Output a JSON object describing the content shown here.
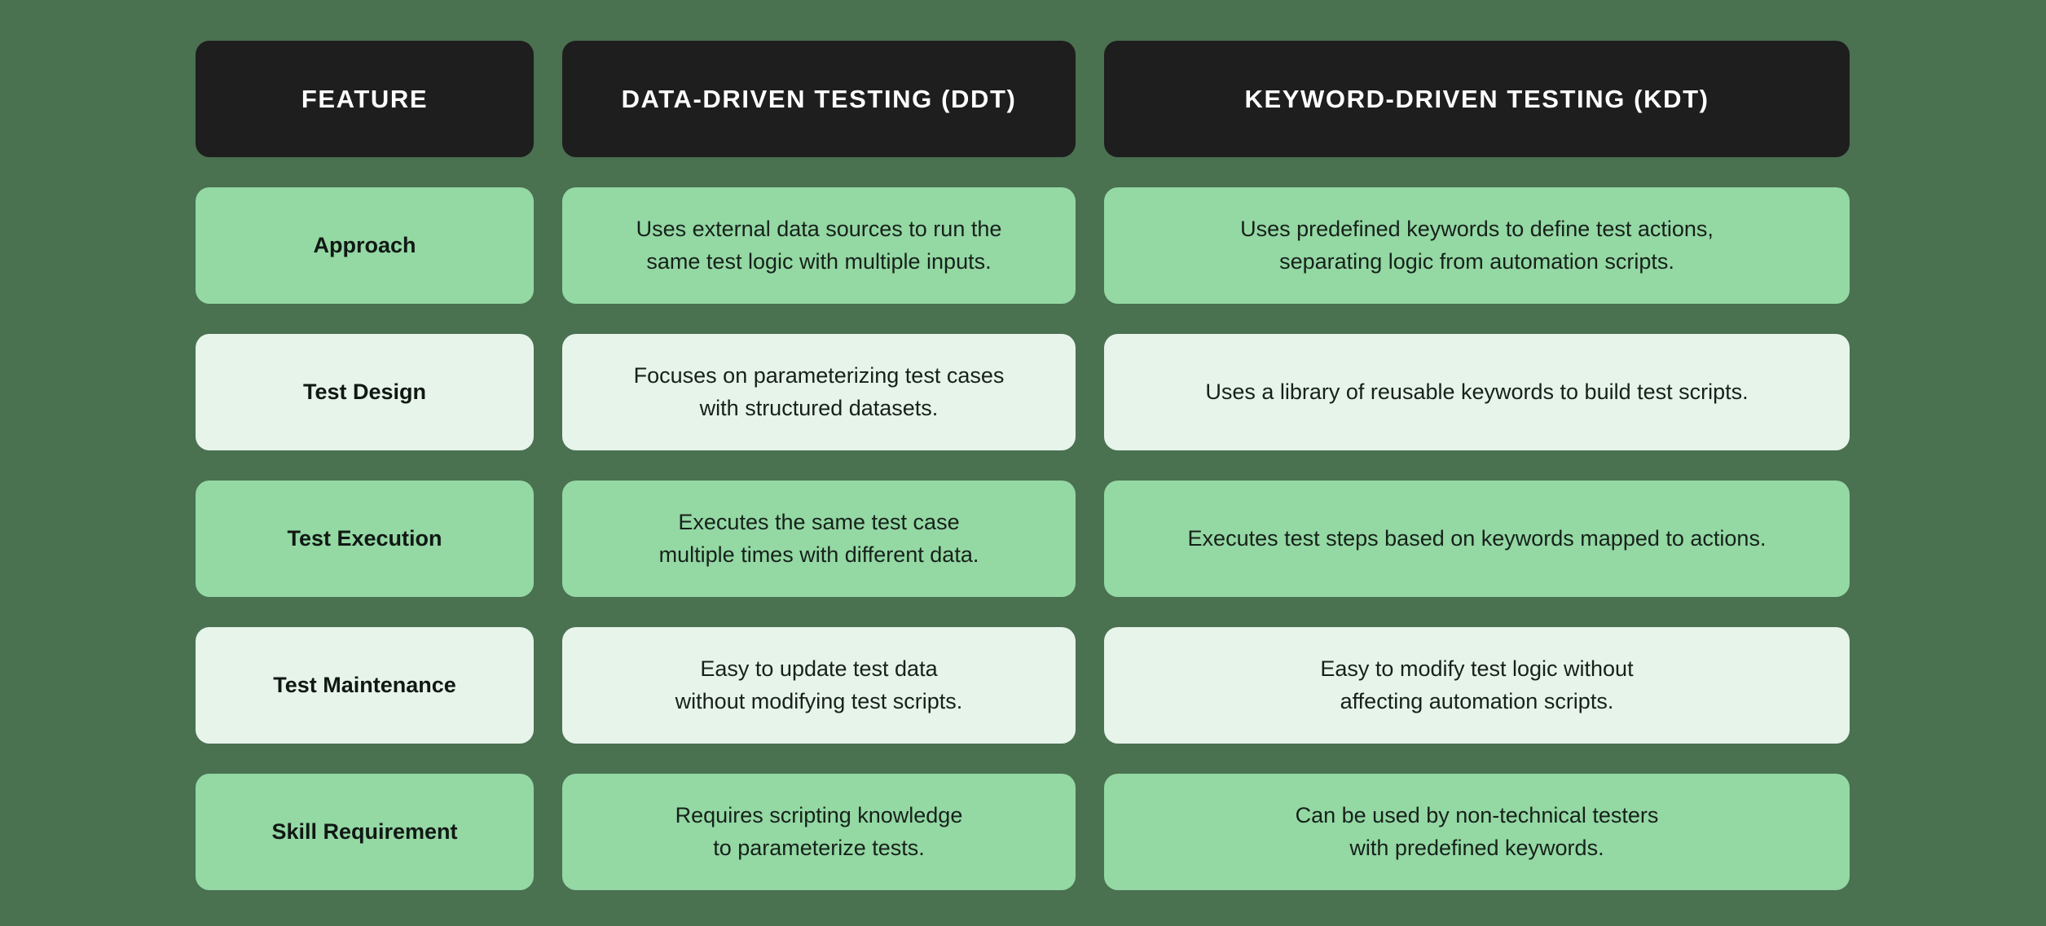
{
  "page": {
    "background_color": "#4a7150",
    "title": "Data-Driven Testing vs Keyword-Driven Testing comparison table"
  },
  "theme": {
    "header_background": "#1e1e1e",
    "header_text_color": "#ffffff",
    "row_shade_dark": "#94d8a4",
    "row_shade_light": "#e7f4ea",
    "body_text_color": "#16211a",
    "feature_text_color": "#111814"
  },
  "table": {
    "headers": [
      {
        "label": "FEATURE"
      },
      {
        "label": "DATA-DRIVEN TESTING (DDT)"
      },
      {
        "label": "KEYWORD-DRIVEN TESTING (KDT)"
      }
    ],
    "rows": [
      {
        "shade": "dark",
        "feature": "Approach",
        "ddt": "Uses external data sources to run the\nsame test logic with multiple inputs.",
        "kdt": "Uses predefined keywords to define test actions,\nseparating logic from automation scripts."
      },
      {
        "shade": "light",
        "feature": "Test Design",
        "ddt": "Focuses on parameterizing test cases\nwith structured datasets.",
        "kdt": "Uses a library of reusable keywords to build test scripts."
      },
      {
        "shade": "dark",
        "feature": "Test Execution",
        "ddt": "Executes the same test case\nmultiple times with different data.",
        "kdt": "Executes test steps based on keywords mapped to actions."
      },
      {
        "shade": "light",
        "feature": "Test Maintenance",
        "ddt": "Easy to update test data\nwithout modifying test scripts.",
        "kdt": "Easy to modify test logic without\naffecting automation scripts."
      },
      {
        "shade": "dark",
        "feature": "Skill Requirement",
        "ddt": "Requires scripting knowledge\nto parameterize tests.",
        "kdt": "Can be used by non-technical testers\nwith predefined keywords."
      }
    ]
  }
}
